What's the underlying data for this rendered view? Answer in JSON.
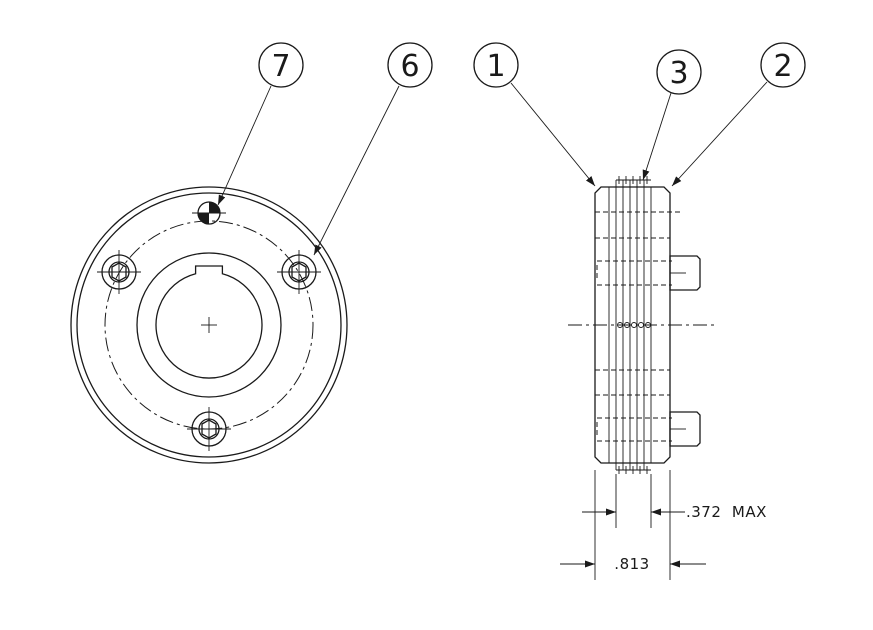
{
  "balloons": {
    "b1": "1",
    "b2": "2",
    "b3": "3",
    "b6": "6",
    "b7": "7"
  },
  "dimensions": {
    "width_max": ".372  MAX",
    "overall_width": ".813"
  }
}
